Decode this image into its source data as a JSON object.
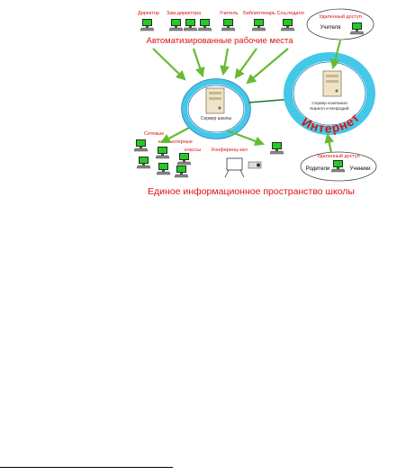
{
  "workstations": {
    "roles": [
      "Директор",
      "Зам.директора",
      "Учитель",
      "Библиотекарь",
      "Соц.педагог"
    ],
    "caption": "Автоматизированные рабочие места"
  },
  "school_server": {
    "label": "Сервер школы"
  },
  "internet": {
    "ring_text": "Интернет",
    "server_label_line1": "Сервер компании",
    "server_label_line2": "Кирилл и Мефодий"
  },
  "remote_access_teachers": {
    "title": "Удаленный доступ",
    "label": "Учителя"
  },
  "remote_access_parents": {
    "title": "Удаленный доступ",
    "label_parents": "Родители",
    "label_students": "Ученики"
  },
  "network_clients": {
    "line1": "Сетевые",
    "line2": "компьютерные",
    "line3": "классы"
  },
  "conference": {
    "label": "Конференц-зал"
  },
  "bottom_title": "Единое информационное пространство школы",
  "colors": {
    "arrow_green": "#66bb33",
    "ring_cyan": "#44c8e8",
    "ring_dark": "#2878b8",
    "title_red": "#e01010",
    "monitor_green": "#22cc22"
  }
}
